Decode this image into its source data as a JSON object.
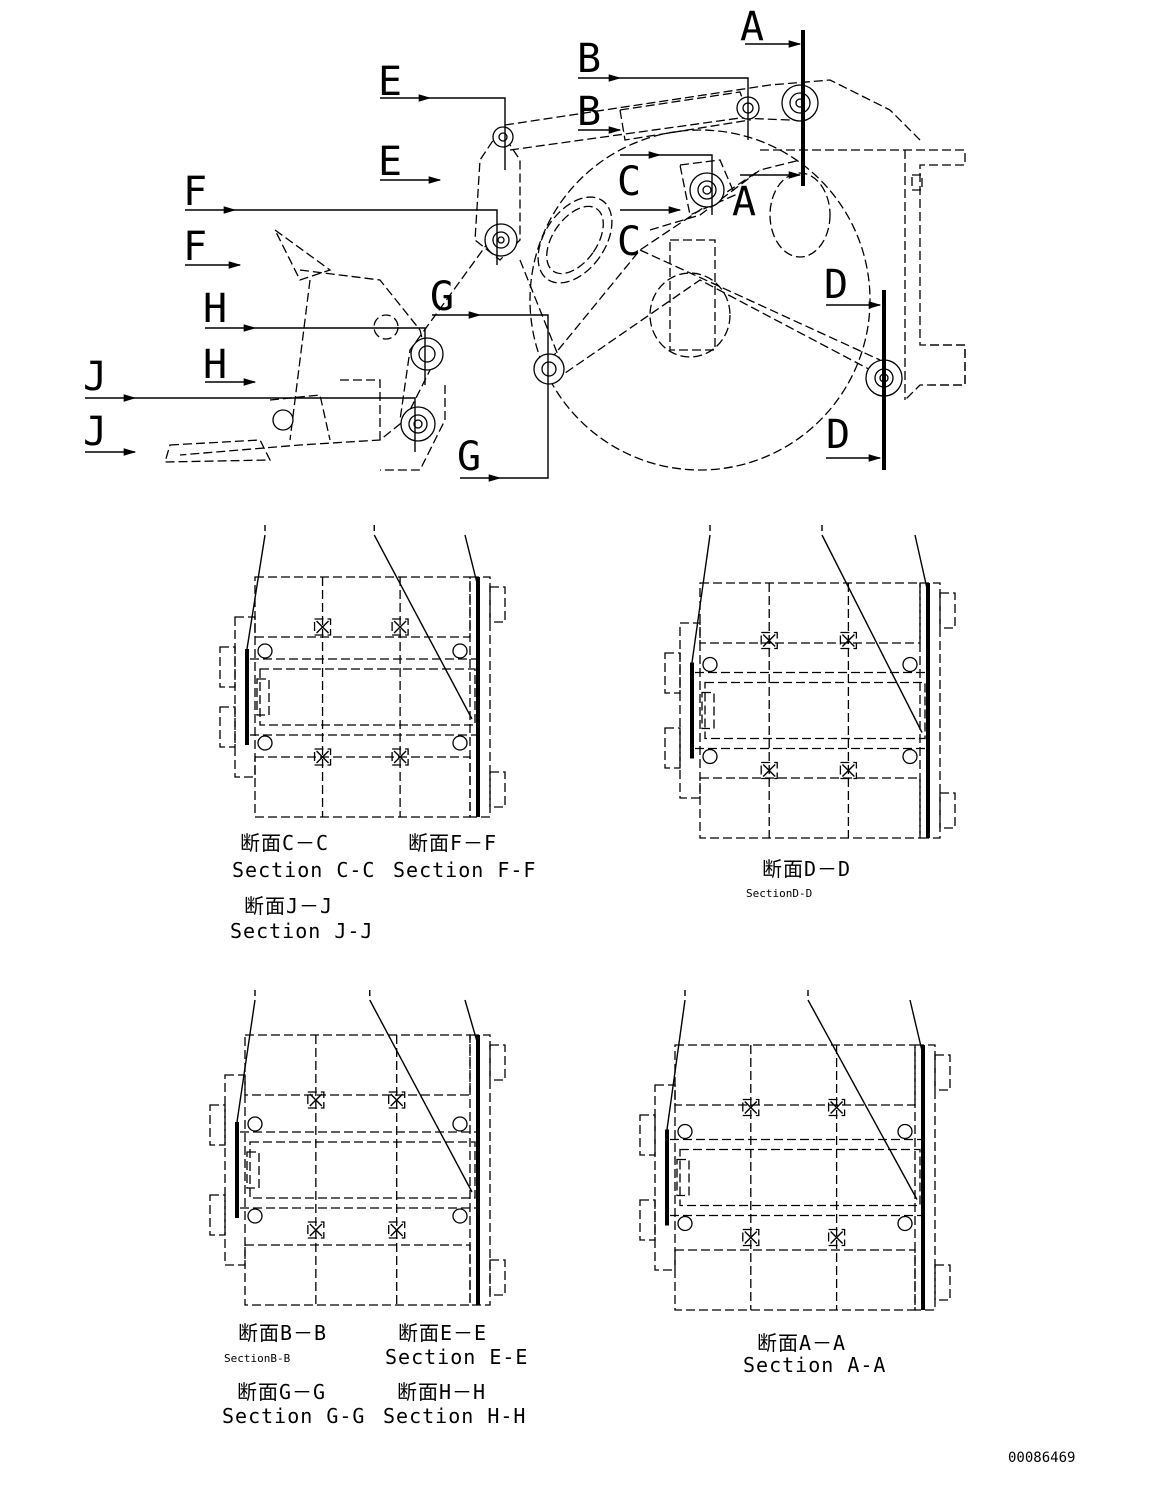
{
  "section_markers": {
    "A_top": "A",
    "A_side": "A",
    "B_1": "B",
    "B_2": "B",
    "C_1": "C",
    "C_2": "C",
    "D_1": "D",
    "D_2": "D",
    "E_1": "E",
    "E_2": "E",
    "F_1": "F",
    "F_2": "F",
    "G_1": "G",
    "G_2": "G",
    "H_1": "H",
    "H_2": "H",
    "J_1": "J",
    "J_2": "J"
  },
  "captions": {
    "cc_jp": "断面C－C",
    "cc_en": "Section C-C",
    "ff_jp": "断面F－F",
    "ff_en": "Section F-F",
    "jj_jp": "断面J－J",
    "jj_en": "Section J-J",
    "dd_jp": "断面D－D",
    "dd_en": "SectionD-D",
    "bb_jp": "断面B－B",
    "bb_en": "SectionB-B",
    "ee_jp": "断面E－E",
    "ee_en": "Section E-E",
    "gg_jp": "断面G－G",
    "gg_en": "Section G-G",
    "hh_jp": "断面H－H",
    "hh_en": "Section H-H",
    "aa_jp": "断面A－A",
    "aa_en": "Section A-A"
  },
  "drawing_number": "00086469"
}
